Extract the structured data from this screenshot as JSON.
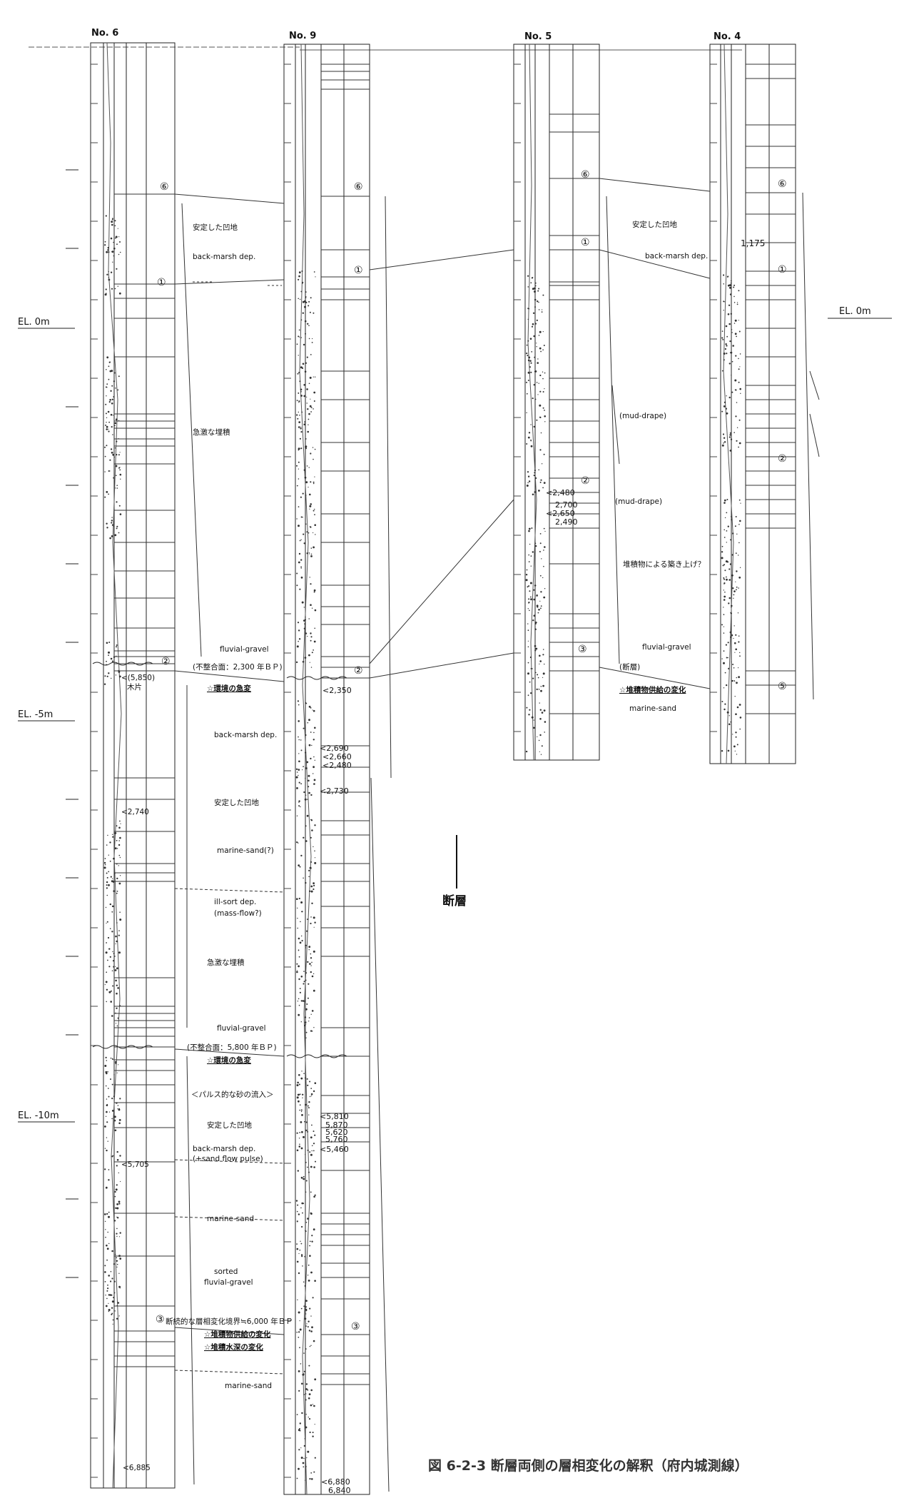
{
  "figure": {
    "caption": "図 6-2-3 断層両側の層相変化の解釈（府内城測線）",
    "fault_label": "断層"
  },
  "columns": [
    {
      "id": "no6",
      "title": "No. 6"
    },
    {
      "id": "no9",
      "title": "No. 9"
    },
    {
      "id": "no5",
      "title": "No. 5"
    },
    {
      "id": "no4",
      "title": "No. 4"
    }
  ],
  "elevations": [
    {
      "id": "left-0",
      "label": "EL. 0m"
    },
    {
      "id": "left-m5",
      "label": "EL. -5m"
    },
    {
      "id": "left-m10",
      "label": "EL. -10m"
    },
    {
      "id": "right-0",
      "label": "EL. 0m"
    }
  ],
  "circled_units": [
    "⑥",
    "①",
    "②",
    "③",
    "⑤"
  ],
  "age_labels": {
    "no6": [
      "<(5,850)",
      "木片",
      "<2,740",
      "<5,705",
      "<6,885"
    ],
    "no9": [
      "<2,350",
      "<2,690",
      "<2,660",
      "<2,480",
      "<2,730",
      "<5,810",
      "5,870",
      "5,620",
      "5,760",
      "<5,460",
      "<6,880",
      "6,840"
    ],
    "no5": [
      "<2,480",
      "2,700",
      "<2,650",
      "2,490"
    ],
    "no4": [
      "1,175"
    ]
  },
  "annotations_left": [
    "安定した凹地",
    "back-marsh dep.",
    "急激な埋積",
    "fluvial-gravel",
    "(不整合面：2,300 年ＢＰ)",
    "☆環境の急変",
    "back-marsh dep.",
    "安定した凹地",
    "marine-sand(?)",
    "ill-sort dep.",
    "(mass-flow?)",
    "急激な埋積",
    "fluvial-gravel",
    "(不整合面：5,800 年ＢＰ)",
    "☆環境の急変",
    "＜パルス的な砂の流入＞",
    "安定した凹地",
    "back-marsh dep.",
    "(+sand flow pulse)",
    "marine-sand",
    "sorted",
    "fluvial-gravel",
    "断続的な層相変化境界≒6,000 年ＢＰ",
    "☆堆積物供給の変化",
    "☆堆積水深の変化",
    "marine-sand"
  ],
  "annotations_right": [
    "安定した凹地",
    "back-marsh dep.",
    "(mud-drape)",
    "(mud-drape)",
    "堆積物による築き上げ？",
    "fluvial-gravel",
    "(断層)",
    "☆堆積物供給の変化",
    "marine-sand"
  ],
  "style": {
    "ink": "#111111",
    "caption_color": "#333333",
    "background": "#ffffff"
  }
}
